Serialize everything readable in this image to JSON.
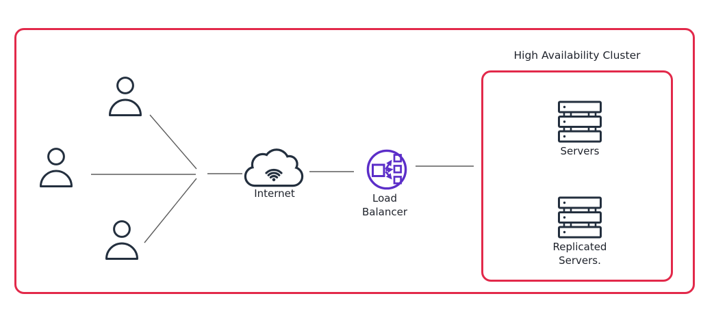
{
  "diagram": {
    "cluster": {
      "title": "High Availability Cluster"
    },
    "nodes": {
      "internet": {
        "label": "Internet"
      },
      "load_balancer": {
        "label": "Load Balancer"
      },
      "servers": {
        "label": "Servers"
      },
      "replicated_servers": {
        "label": "Replicated Servers."
      }
    },
    "users": [
      {
        "id": "user-top"
      },
      {
        "id": "user-middle"
      },
      {
        "id": "user-bottom"
      }
    ],
    "icons": {
      "user": "user-icon",
      "internet": "cloud-wifi-icon",
      "load_balancer": "load-balancer-icon",
      "servers": "server-stack-icon",
      "replicated_servers": "server-stack-icon"
    },
    "colors": {
      "frame_red": "#E2294A",
      "icon_navy": "#232F3E",
      "load_balancer_purple": "#5B2EC8",
      "connector_gray": "#5C5C5C",
      "label_text": "#1E222B"
    },
    "connector_count": 6
  }
}
